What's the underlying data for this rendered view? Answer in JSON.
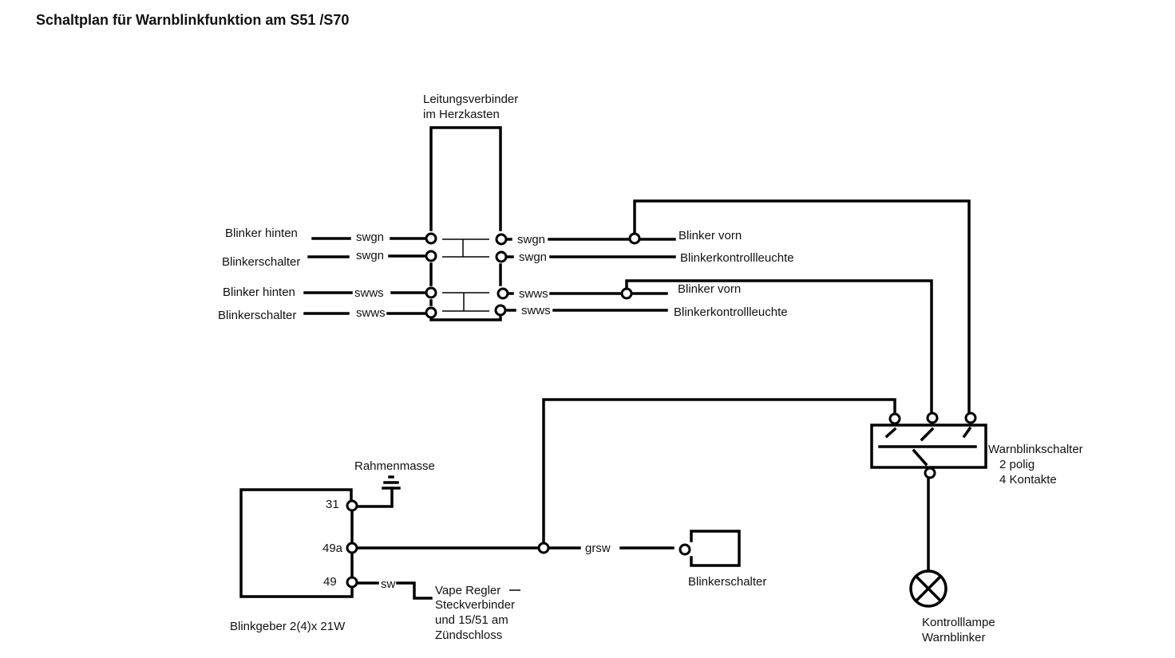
{
  "title": "Schaltplan für Warnblinkfunktion am S51 /S70",
  "components": {
    "connector_block": {
      "label_line1": "Leitungsverbinder",
      "label_line2": "im Herzkasten"
    },
    "hazard_switch": {
      "label_line1": "Warnblinkschalter",
      "label_line2": "2 polig",
      "label_line3": "4 Kontakte"
    },
    "indicator_lamp": {
      "label_line1": "Kontrolllampe",
      "label_line2": "Warnblinker"
    },
    "flasher_relay": {
      "label": "Blinkgeber 2(4)x 21W",
      "terminals": [
        "31",
        "49a",
        "49"
      ]
    },
    "ground": {
      "label": "Rahmenmasse"
    },
    "turn_switch": {
      "label": "Blinkerschalter"
    },
    "supply": {
      "line1": "Vape Regler",
      "line2": "Steckverbinder",
      "line3": "und 15/51 am",
      "line4": "Zündschloss"
    }
  },
  "left_wires": [
    {
      "label": "Blinker hinten",
      "color_code": "swgn"
    },
    {
      "label": "Blinkerschalter",
      "color_code": "swgn"
    },
    {
      "label": "Blinker hinten",
      "color_code": "swws"
    },
    {
      "label": "Blinkerschalter",
      "color_code": "swws"
    }
  ],
  "right_wires": [
    {
      "label": "Blinker vorn",
      "color_code": "swgn"
    },
    {
      "label": "Blinkerkontrollleuchte",
      "color_code": "swgn"
    },
    {
      "label": "Blinker vorn",
      "color_code": "swws"
    },
    {
      "label": "Blinkerkontrollleuchte",
      "color_code": "swws"
    }
  ],
  "other_wires": {
    "grsw": "grsw",
    "sw": "sw"
  }
}
